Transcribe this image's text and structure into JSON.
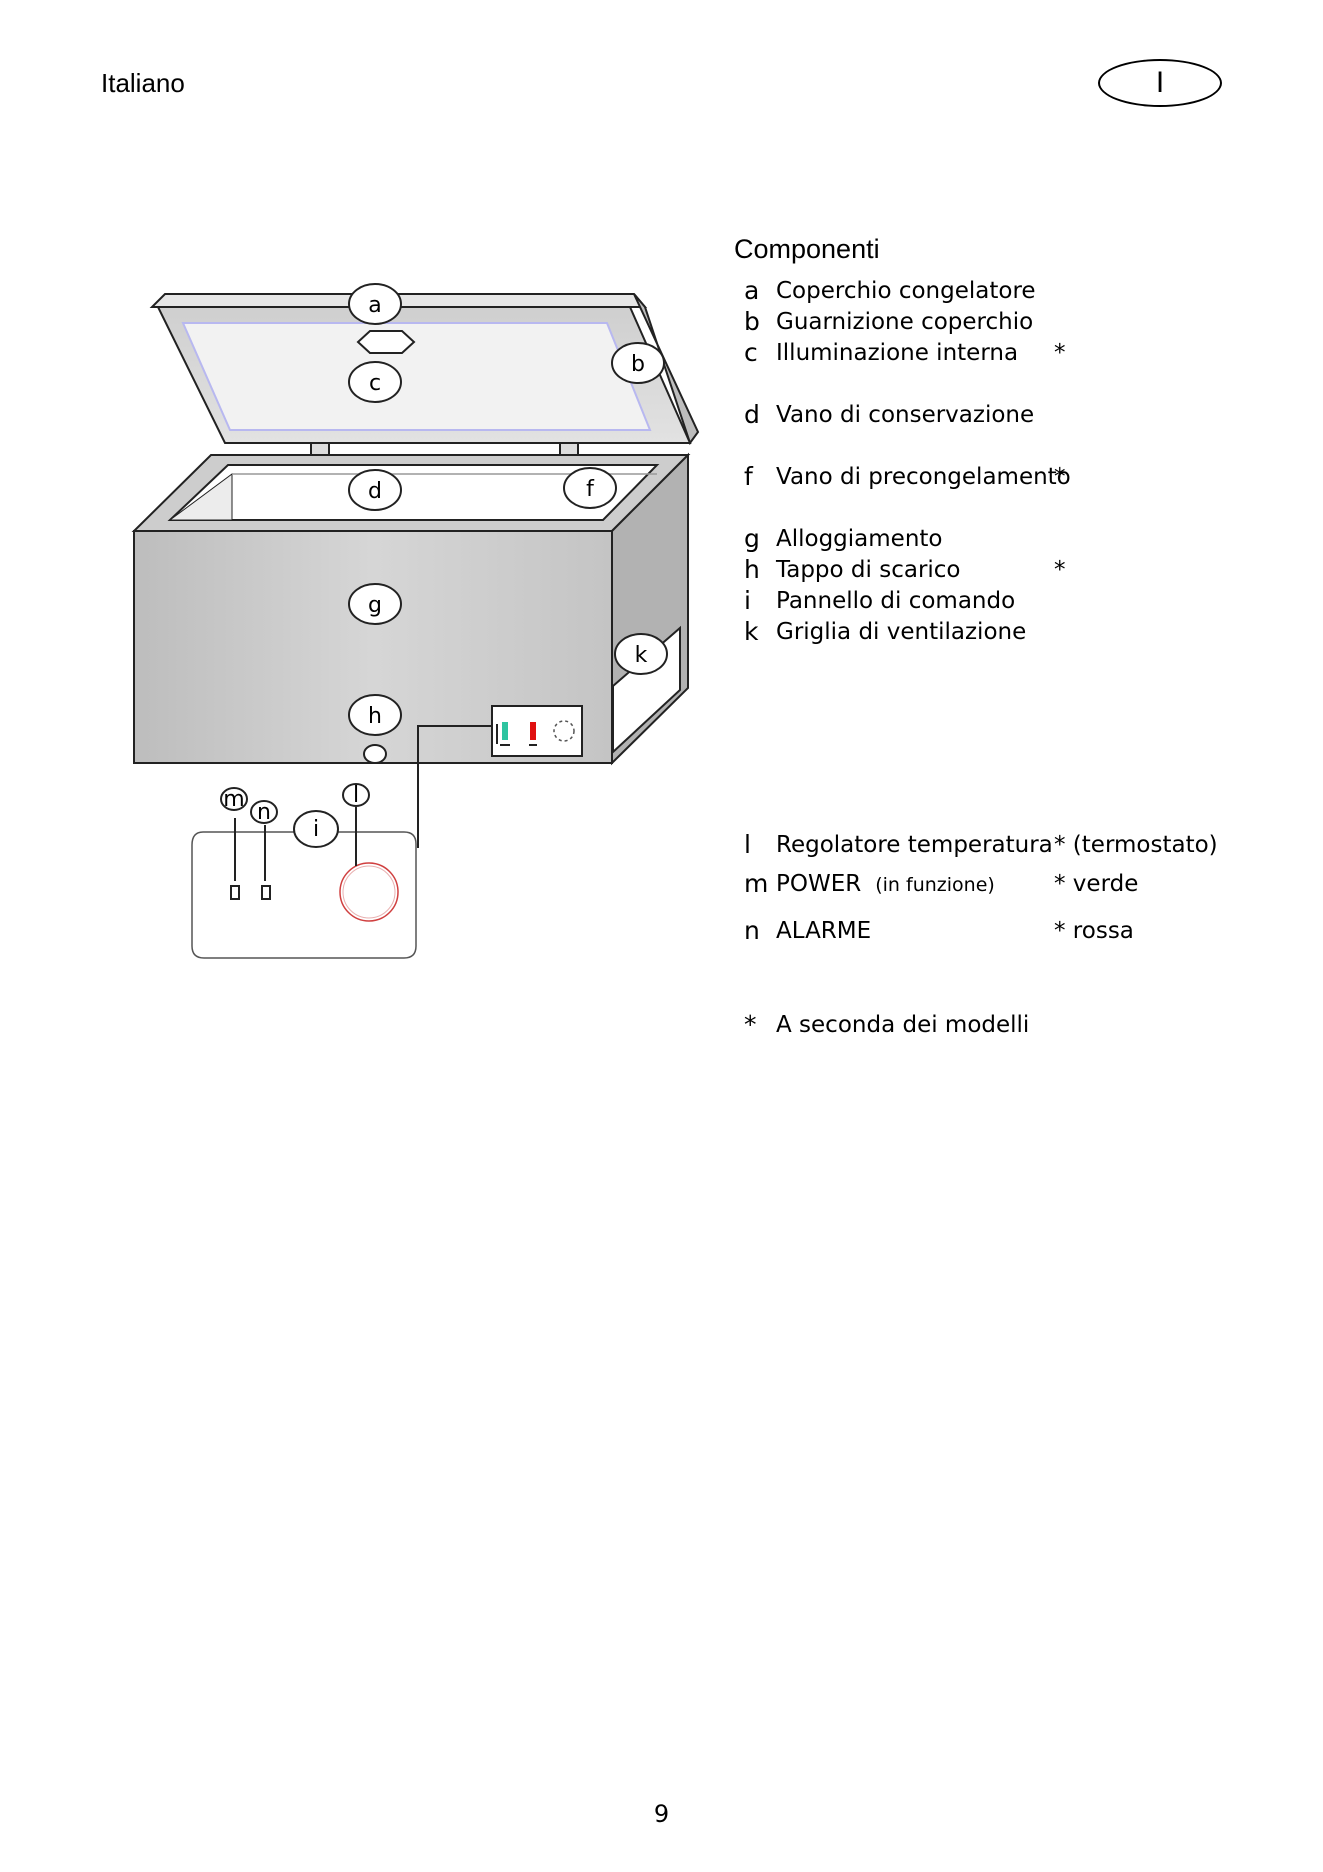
{
  "header": {
    "language": "Italiano",
    "language_code": "I"
  },
  "section_title": "Componenti",
  "components": [
    {
      "key": "a",
      "label": "Coperchio congelatore",
      "note": "",
      "star": ""
    },
    {
      "key": "b",
      "label": "Guarnizione coperchio",
      "note": "",
      "star": ""
    },
    {
      "key": "c",
      "label": "Illuminazione interna",
      "note": "",
      "star": "*"
    },
    {
      "key": "d",
      "label": "Vano di conservazione",
      "note": "",
      "star": ""
    },
    {
      "key": "f",
      "label": "Vano di precongelamento",
      "note": "",
      "star": "*"
    },
    {
      "key": "g",
      "label": "Alloggiamento",
      "note": "",
      "star": ""
    },
    {
      "key": "h",
      "label": "Tappo di scarico",
      "note": "",
      "star": "*"
    },
    {
      "key": "i",
      "label": "Pannello di comando",
      "note": "",
      "star": ""
    },
    {
      "key": "k",
      "label": "Griglia di ventilazione",
      "note": "",
      "star": ""
    },
    {
      "key": "l",
      "label": "Regolatore temperatura",
      "note": "",
      "star": "* (termostato)"
    },
    {
      "key": "m",
      "label": "POWER",
      "note": "(in funzione)",
      "star": "* verde"
    },
    {
      "key": "n",
      "label": "ALARME",
      "note": "",
      "star": "* rossa"
    }
  ],
  "footnote": {
    "symbol": "*",
    "text": "A seconda dei modelli"
  },
  "diagram_callouts": [
    "a",
    "b",
    "c",
    "d",
    "f",
    "g",
    "h",
    "k",
    "m",
    "n",
    "i",
    "l"
  ],
  "colors": {
    "housing": "#c8c8c8",
    "side": "#b0b0b0",
    "lid": "#d4d4d4",
    "gasket": "#b8b8f0",
    "power_led": "#2ec4a0",
    "alarm_led": "#e01010",
    "dial": "#d04040"
  },
  "page_number": "9"
}
